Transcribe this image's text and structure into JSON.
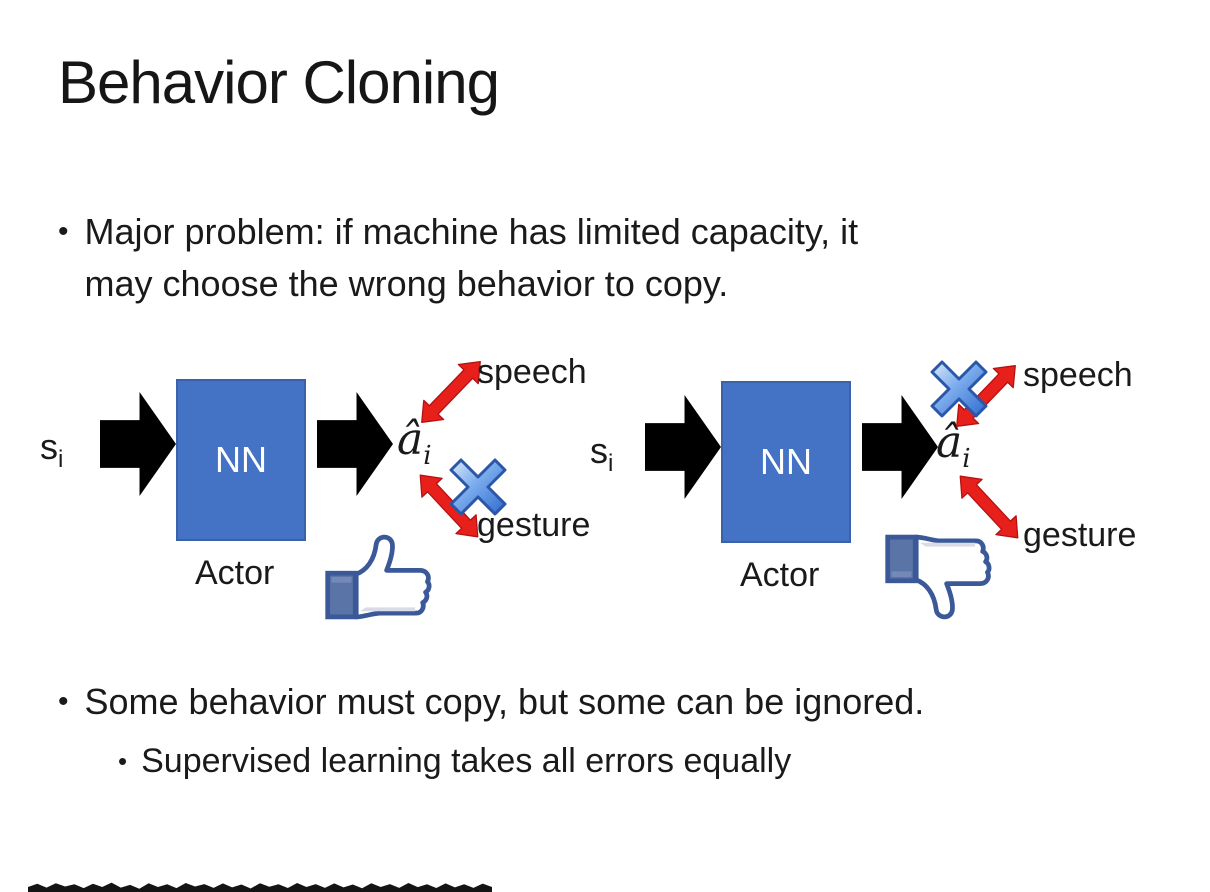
{
  "slide": {
    "title": "Behavior Cloning",
    "bullet_marker": "•",
    "bullet1": {
      "lines": [
        "Major problem: if machine has limited capacity, it",
        "may choose the wrong behavior to copy."
      ]
    },
    "bullet2": "Some behavior must copy, but some can be ignored.",
    "sub_bullet": "Supervised learning takes all errors equally"
  },
  "diagram_left": {
    "input_label": "s",
    "input_sub": "i",
    "nn_label": "NN",
    "output_label": "â",
    "output_sub": "i",
    "speech_label": "speech",
    "gesture_label": "gesture",
    "actor_label": "Actor",
    "crossed_out": "gesture",
    "feedback_icon": "thumbs-up"
  },
  "diagram_right": {
    "input_label": "s",
    "input_sub": "i",
    "nn_label": "NN",
    "output_label": "â",
    "output_sub": "i",
    "speech_label": "speech",
    "gesture_label": "gesture",
    "actor_label": "Actor",
    "crossed_out": "speech",
    "feedback_icon": "thumbs-down"
  },
  "colors": {
    "nn_fill": "#4472c4",
    "nn_border": "#3a62a8",
    "arrow_red": "#e8201c",
    "arrow_red_dark": "#b51111",
    "fb_blue": "#3b5998",
    "fb_cuff": "#5b74a8",
    "text_dark": "#1a1a1a",
    "bar_black": "#141414"
  }
}
